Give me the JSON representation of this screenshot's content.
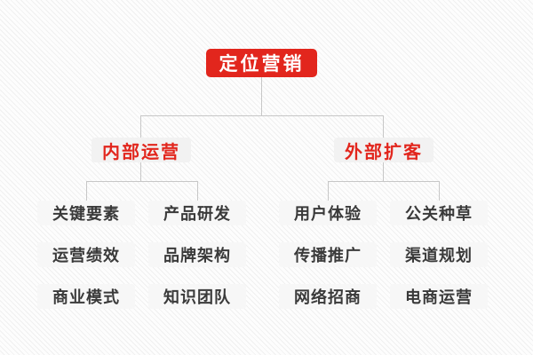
{
  "diagram": {
    "root": {
      "label": "定位营销"
    },
    "branches": [
      {
        "label": "内部运营",
        "columns": [
          [
            "关键要素",
            "运营绩效",
            "商业模式"
          ],
          [
            "产品研发",
            "品牌架构",
            "知识团队"
          ]
        ]
      },
      {
        "label": "外部扩客",
        "columns": [
          [
            "用户体验",
            "传播推广",
            "网络招商"
          ],
          [
            "公关种草",
            "渠道规划",
            "电商运营"
          ]
        ]
      }
    ],
    "colors": {
      "accent_red": "#e2261d",
      "root_text": "#ffffff",
      "leaf_text": "#3a3a3a",
      "leaf_bg": "#f7f7f7",
      "branch_bg": "#f2f2f2",
      "connector": "#c7c7c7",
      "background": "#fdfdfd",
      "background_stripe": "#f0f0f0"
    }
  }
}
